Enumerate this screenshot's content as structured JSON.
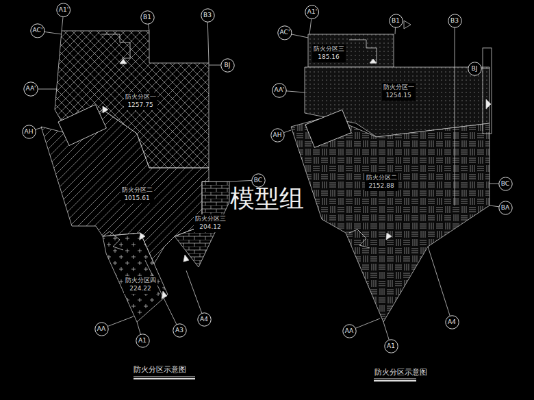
{
  "diagram": {
    "nodes": [
      {
        "text": [
          "A1'"
        ]
      },
      {
        "text": [
          "AC'"
        ]
      },
      {
        "text": [
          "B1"
        ]
      },
      {
        "text": [
          "B3"
        ]
      },
      {
        "text": [
          "BJ"
        ]
      },
      {
        "text": [
          "AA'"
        ]
      },
      {
        "text": [
          "防火分区一",
          "1257.75"
        ]
      },
      {
        "text": [
          "AH"
        ]
      },
      {
        "text": [
          "防火分区二",
          "1015.61"
        ]
      },
      {
        "text": [
          "BC"
        ]
      },
      {
        "text": [
          "防火分区三",
          "204.12"
        ]
      },
      {
        "text": [
          "防火分区四",
          "224.22"
        ]
      },
      {
        "text": [
          "AA"
        ]
      },
      {
        "text": [
          "A1"
        ]
      },
      {
        "text": [
          "A3"
        ]
      },
      {
        "text": [
          "A4"
        ]
      },
      {
        "text": [
          "A1'"
        ]
      },
      {
        "text": [
          "AC'"
        ]
      },
      {
        "text": [
          "B1"
        ]
      },
      {
        "text": [
          "B3"
        ]
      },
      {
        "text": [
          "防火分区三",
          "185.16"
        ]
      },
      {
        "text": [
          "BJ"
        ]
      },
      {
        "text": [
          "AA'"
        ]
      },
      {
        "text": [
          "防火分区一",
          "1254.15"
        ]
      },
      {
        "text": [
          "AH"
        ]
      },
      {
        "text": [
          "防火分区二",
          "2152.88"
        ]
      },
      {
        "text": [
          "BC"
        ]
      },
      {
        "text": [
          "BA"
        ]
      },
      {
        "text": [
          "AA"
        ]
      },
      {
        "text": [
          "A1"
        ]
      },
      {
        "text": [
          "A4"
        ]
      }
    ],
    "labels": [
      "防火分区示意图",
      "防火分区示意图",
      "模型组"
    ]
  }
}
